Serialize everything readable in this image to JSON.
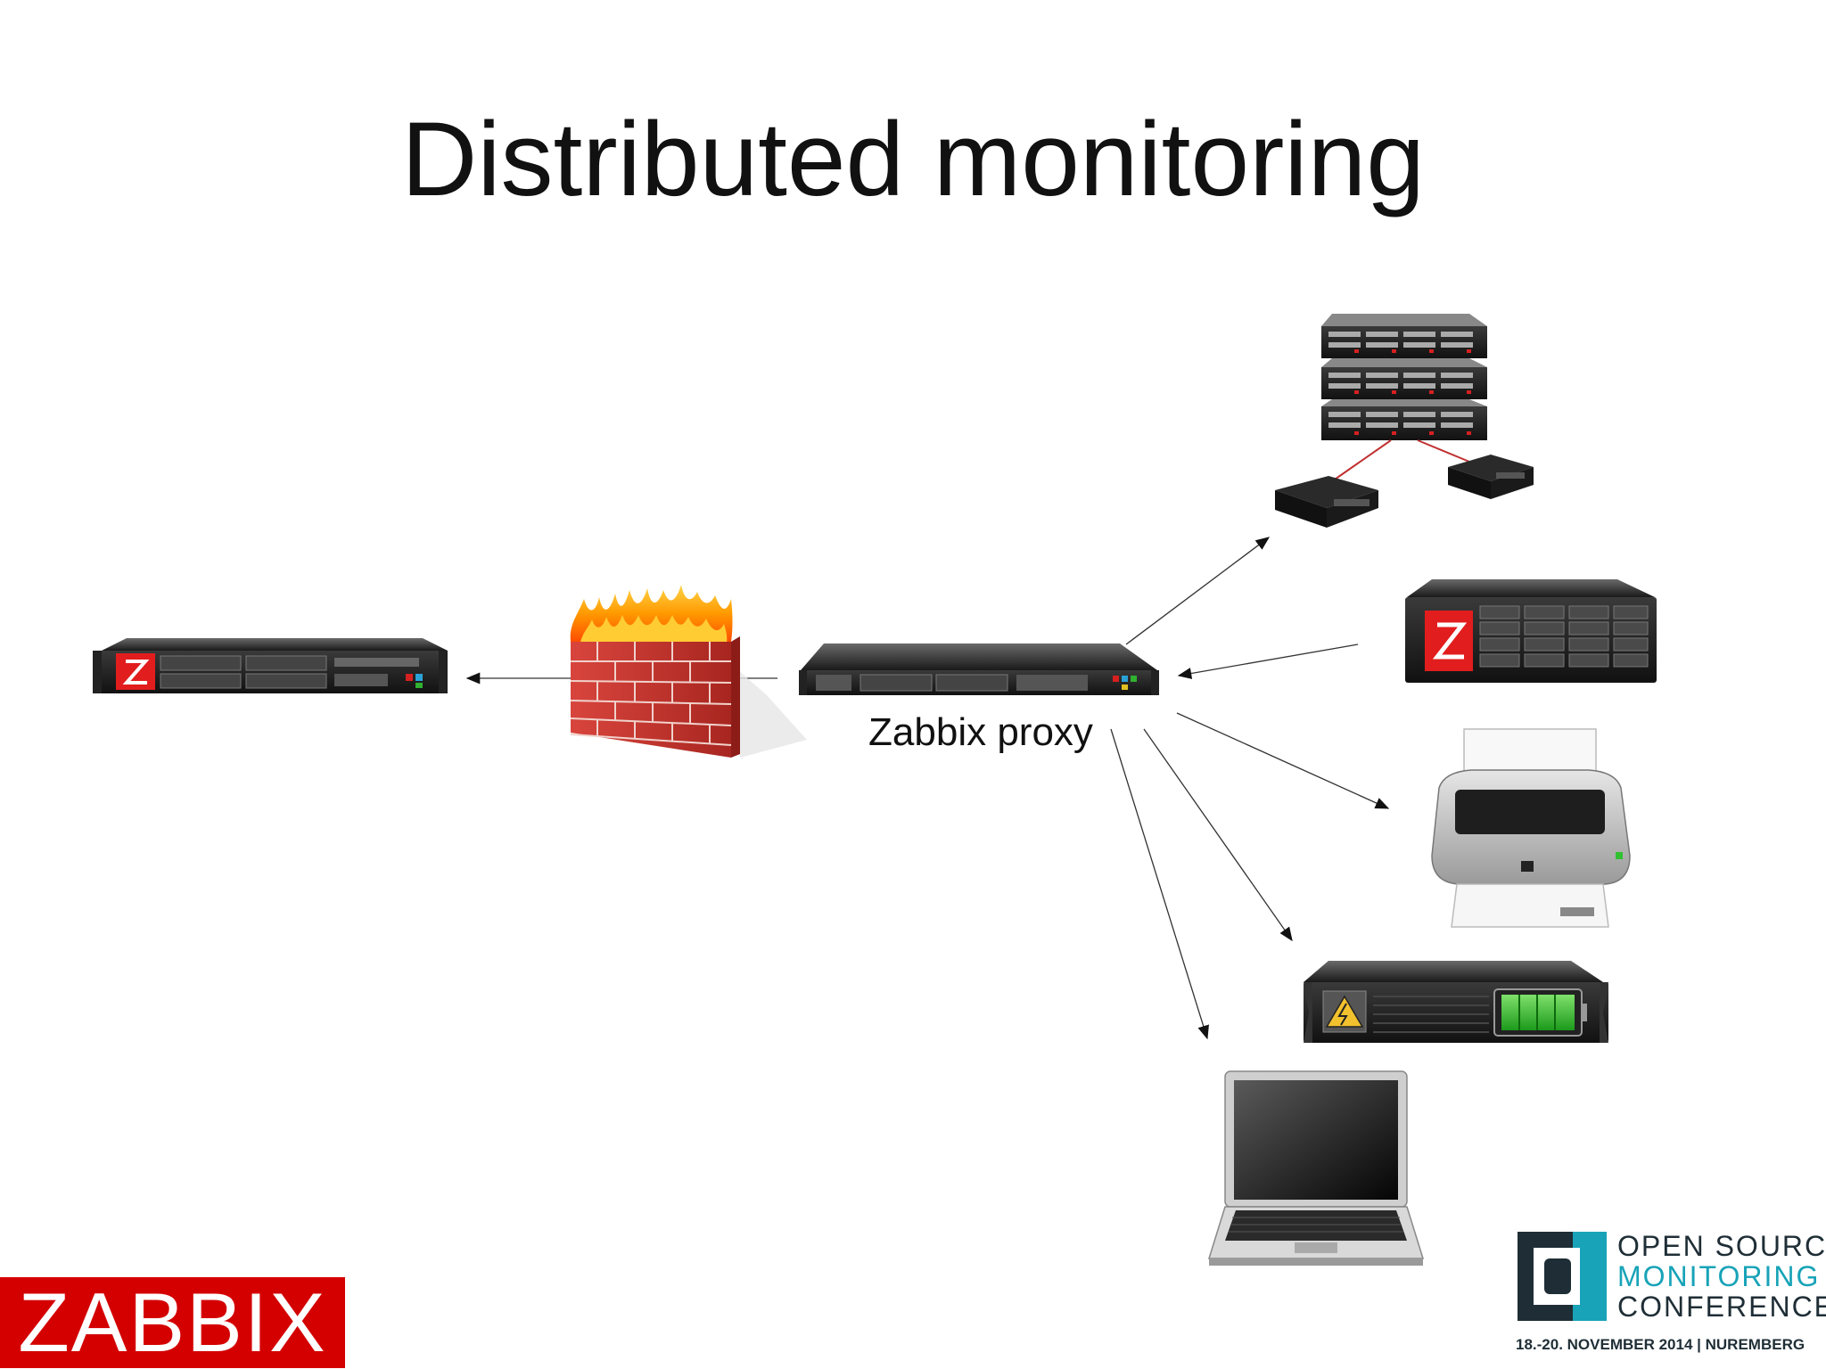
{
  "slide": {
    "title": "Distributed monitoring"
  },
  "diagram": {
    "proxy_label": "Zabbix proxy",
    "nodes": [
      {
        "icon": "zabbix-server-icon"
      },
      {
        "icon": "firewall-icon"
      },
      {
        "icon": "zabbix-proxy-server-icon"
      },
      {
        "icon": "storage-cluster-icon"
      },
      {
        "icon": "zabbix-agent-server-icon"
      },
      {
        "icon": "printer-icon"
      },
      {
        "icon": "ups-icon"
      },
      {
        "icon": "laptop-icon"
      }
    ],
    "colors": {
      "zabbix_red": "#d40000",
      "brick": "#c0322d",
      "flame": "#ff8a00",
      "osmc_teal": "#18a3b8",
      "osmc_dark": "#1f2e36"
    }
  },
  "footer": {
    "zabbix_logo_text": "ZABBIX",
    "osmc": {
      "line1": "OPEN SOURCE",
      "line2": "MONITORING",
      "line3": "CONFERENCE",
      "dates": "18.-20. NOVEMBER 2014 | NUREMBERG"
    }
  }
}
